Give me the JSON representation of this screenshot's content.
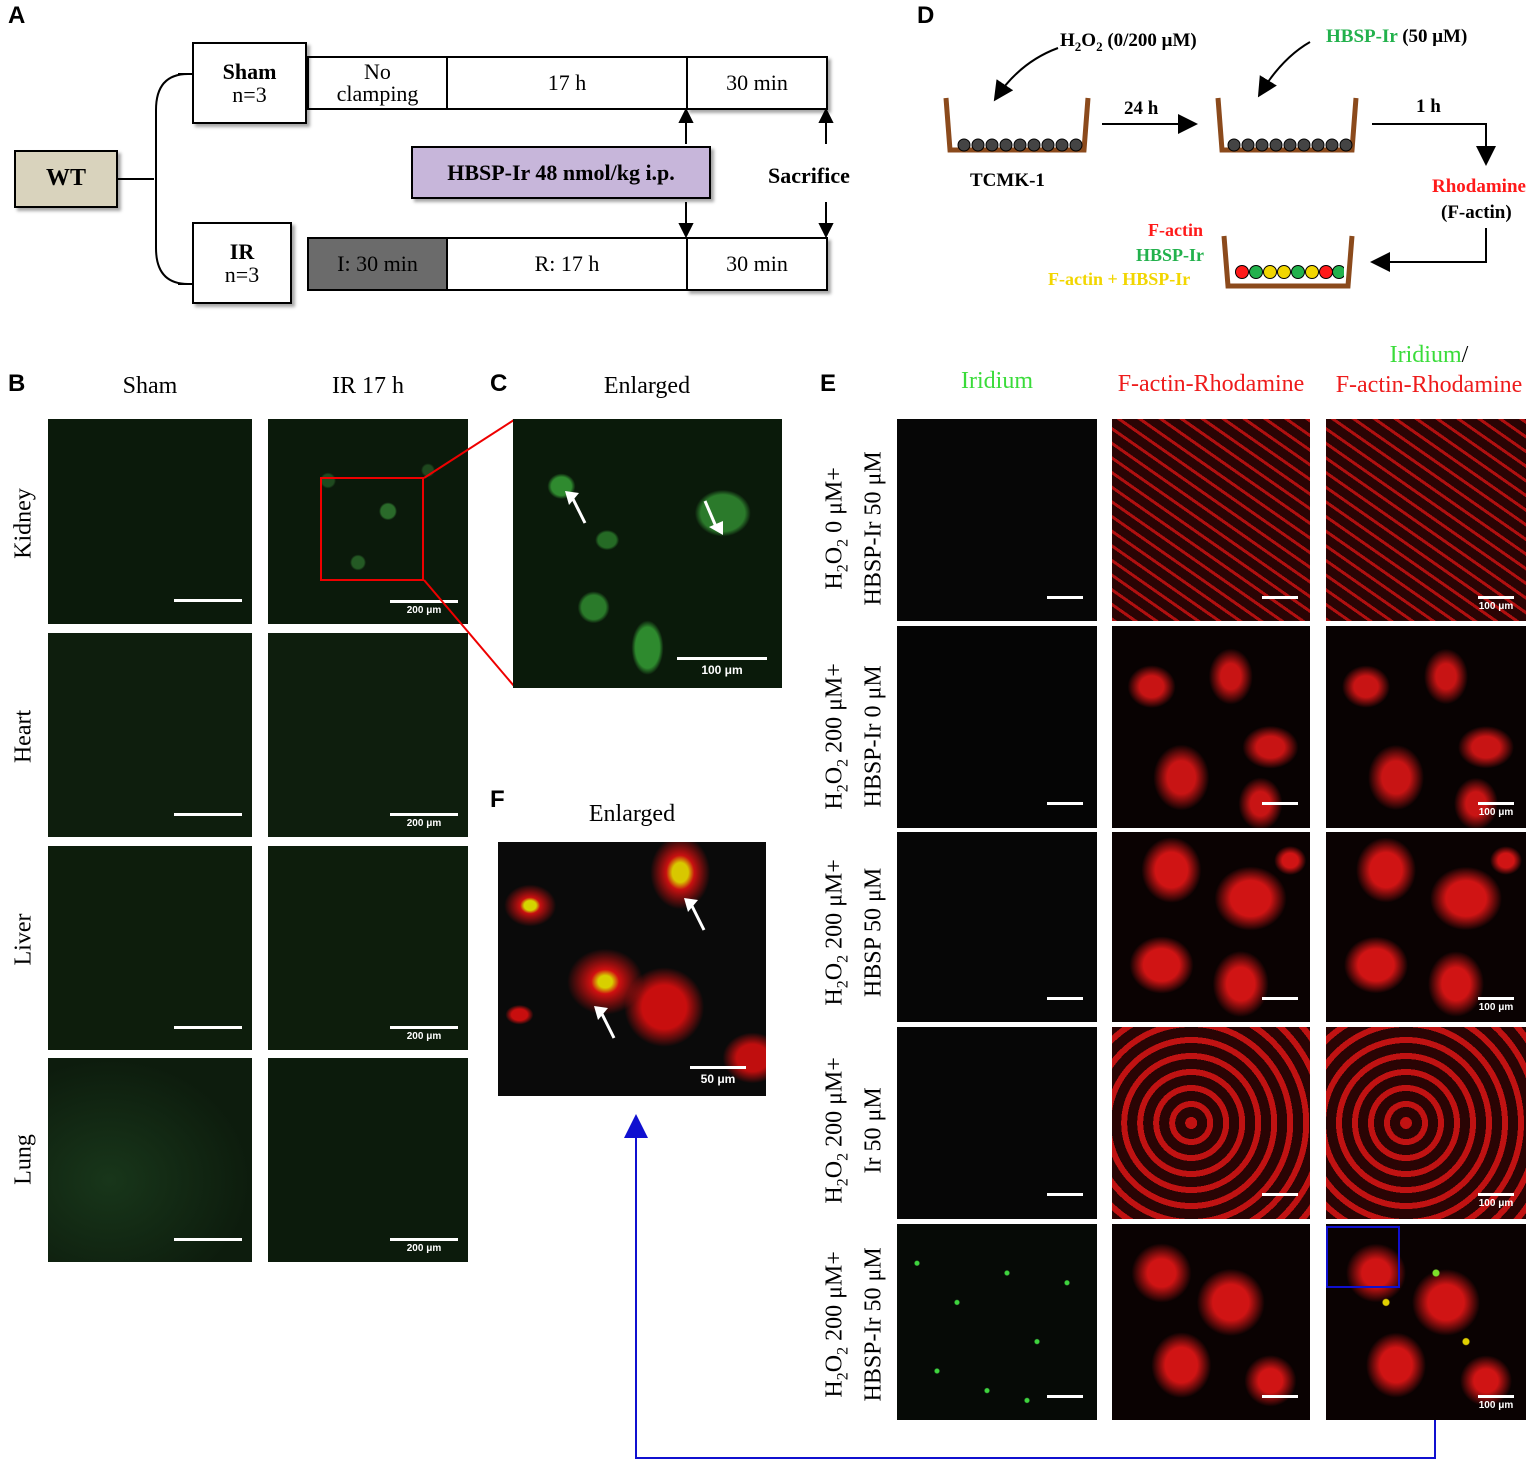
{
  "panels": {
    "A": "A",
    "B": "B",
    "C": "C",
    "D": "D",
    "E": "E",
    "F": "F"
  },
  "panelA": {
    "wt": "WT",
    "sham_title": "Sham",
    "sham_n": "n=3",
    "ir_title": "IR",
    "ir_n": "n=3",
    "no_clamping": "No clamping",
    "sham_17h": "17 h",
    "sham_30min": "30 min",
    "hbsp": "HBSP-Ir 48 nmol/kg i.p.",
    "sacrifice": "Sacrifice",
    "ischemia": "I: 30 min",
    "reperfusion": "R: 17 h",
    "ir_30min": "30 min",
    "colors": {
      "wt_fill": "#d9d3bd",
      "hbsp_fill": "#c7b6da",
      "ischemia_fill": "#6b6b6b"
    }
  },
  "panelB": {
    "col_sham": "Sham",
    "col_ir": "IR 17 h",
    "rows": [
      "Kidney",
      "Heart",
      "Liver",
      "Lung"
    ],
    "scalebar": "200 μm"
  },
  "panelC": {
    "title": "Enlarged",
    "scalebar": "100 μm"
  },
  "panelD": {
    "h2o2": "H2O2 (0/200 μM)",
    "hbsp": "HBSP-Ir",
    "hbsp_conc": "(50 μM)",
    "tcmk": "TCMK-1",
    "t24": "24 h",
    "t1": "1 h",
    "rhodamine": "Rhodamine",
    "factin_paren": "(F-actin)",
    "legend_factin": "F-actin",
    "legend_hbsp": "HBSP-Ir",
    "legend_merge": "F-actin + HBSP-Ir",
    "colors": {
      "red": "#ff1a1a",
      "green": "#22b14c",
      "yellow": "#f2d600",
      "well": "#8b4a1c"
    }
  },
  "panelE": {
    "col_iridium": "Iridium",
    "col_factin": "F-actin-Rhodamine",
    "col_merge_top": "Iridium",
    "col_merge_slash": "/",
    "col_merge_bottom": "F-actin-Rhodamine",
    "rows": [
      {
        "line1": "H2O2 0 μM+",
        "line2": "HBSP-Ir 50 μM"
      },
      {
        "line1": "H2O2 200 μM+",
        "line2": "HBSP-Ir 0 μM"
      },
      {
        "line1": "H2O2 200 μM+",
        "line2": "HBSP 50 μM"
      },
      {
        "line1": "H2O2 200 μM+",
        "line2": "Ir 50 μM"
      },
      {
        "line1": "H2O2 200 μM+",
        "line2": "HBSP-Ir 50 μM"
      }
    ],
    "scalebar": "100 μm"
  },
  "panelF": {
    "title": "Enlarged",
    "scalebar": "50 μm"
  }
}
